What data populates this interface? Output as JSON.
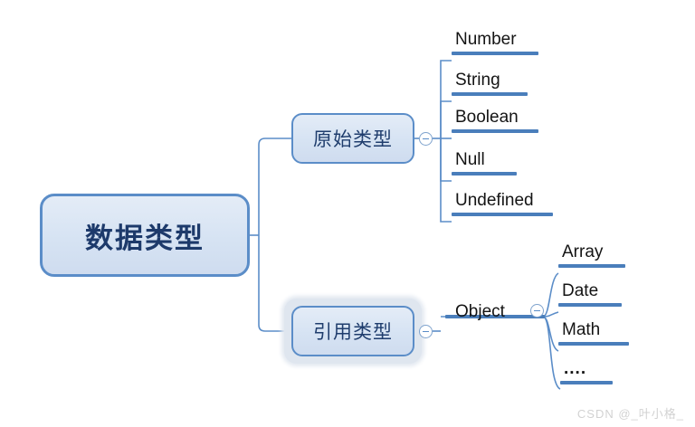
{
  "diagram": {
    "type": "mind-map",
    "title": "数据类型",
    "root": {
      "label": "数据类型"
    },
    "branches": [
      {
        "label": "原始类型",
        "collapse_icon": "minus-circle-icon",
        "expanded": true,
        "selected": false,
        "connector_style": "orthogonal",
        "children": [
          {
            "label": "Number"
          },
          {
            "label": "String"
          },
          {
            "label": "Boolean"
          },
          {
            "label": "Null"
          },
          {
            "label": "Undefined"
          }
        ]
      },
      {
        "label": "引用类型",
        "collapse_icon": "minus-circle-icon",
        "expanded": true,
        "selected": true,
        "connector_style": "orthogonal",
        "children": [
          {
            "label": "Object",
            "collapse_icon": "minus-circle-icon",
            "expanded": true,
            "connector_style": "curved",
            "children": [
              {
                "label": "Array"
              },
              {
                "label": "Date"
              },
              {
                "label": "Math"
              },
              {
                "label": "...."
              }
            ]
          }
        ]
      }
    ]
  },
  "colors": {
    "node_border": "#5b8dc8",
    "node_fill": "#d6e3f3",
    "node_text": "#1d3a6b",
    "connector": "#5b8dc8",
    "leaf_bar": "#4a7ebb",
    "leaf_text": "#141414",
    "background": "#ffffff",
    "watermark": "#d2d2d2"
  },
  "watermark": {
    "text": "CSDN @_叶小格_"
  }
}
